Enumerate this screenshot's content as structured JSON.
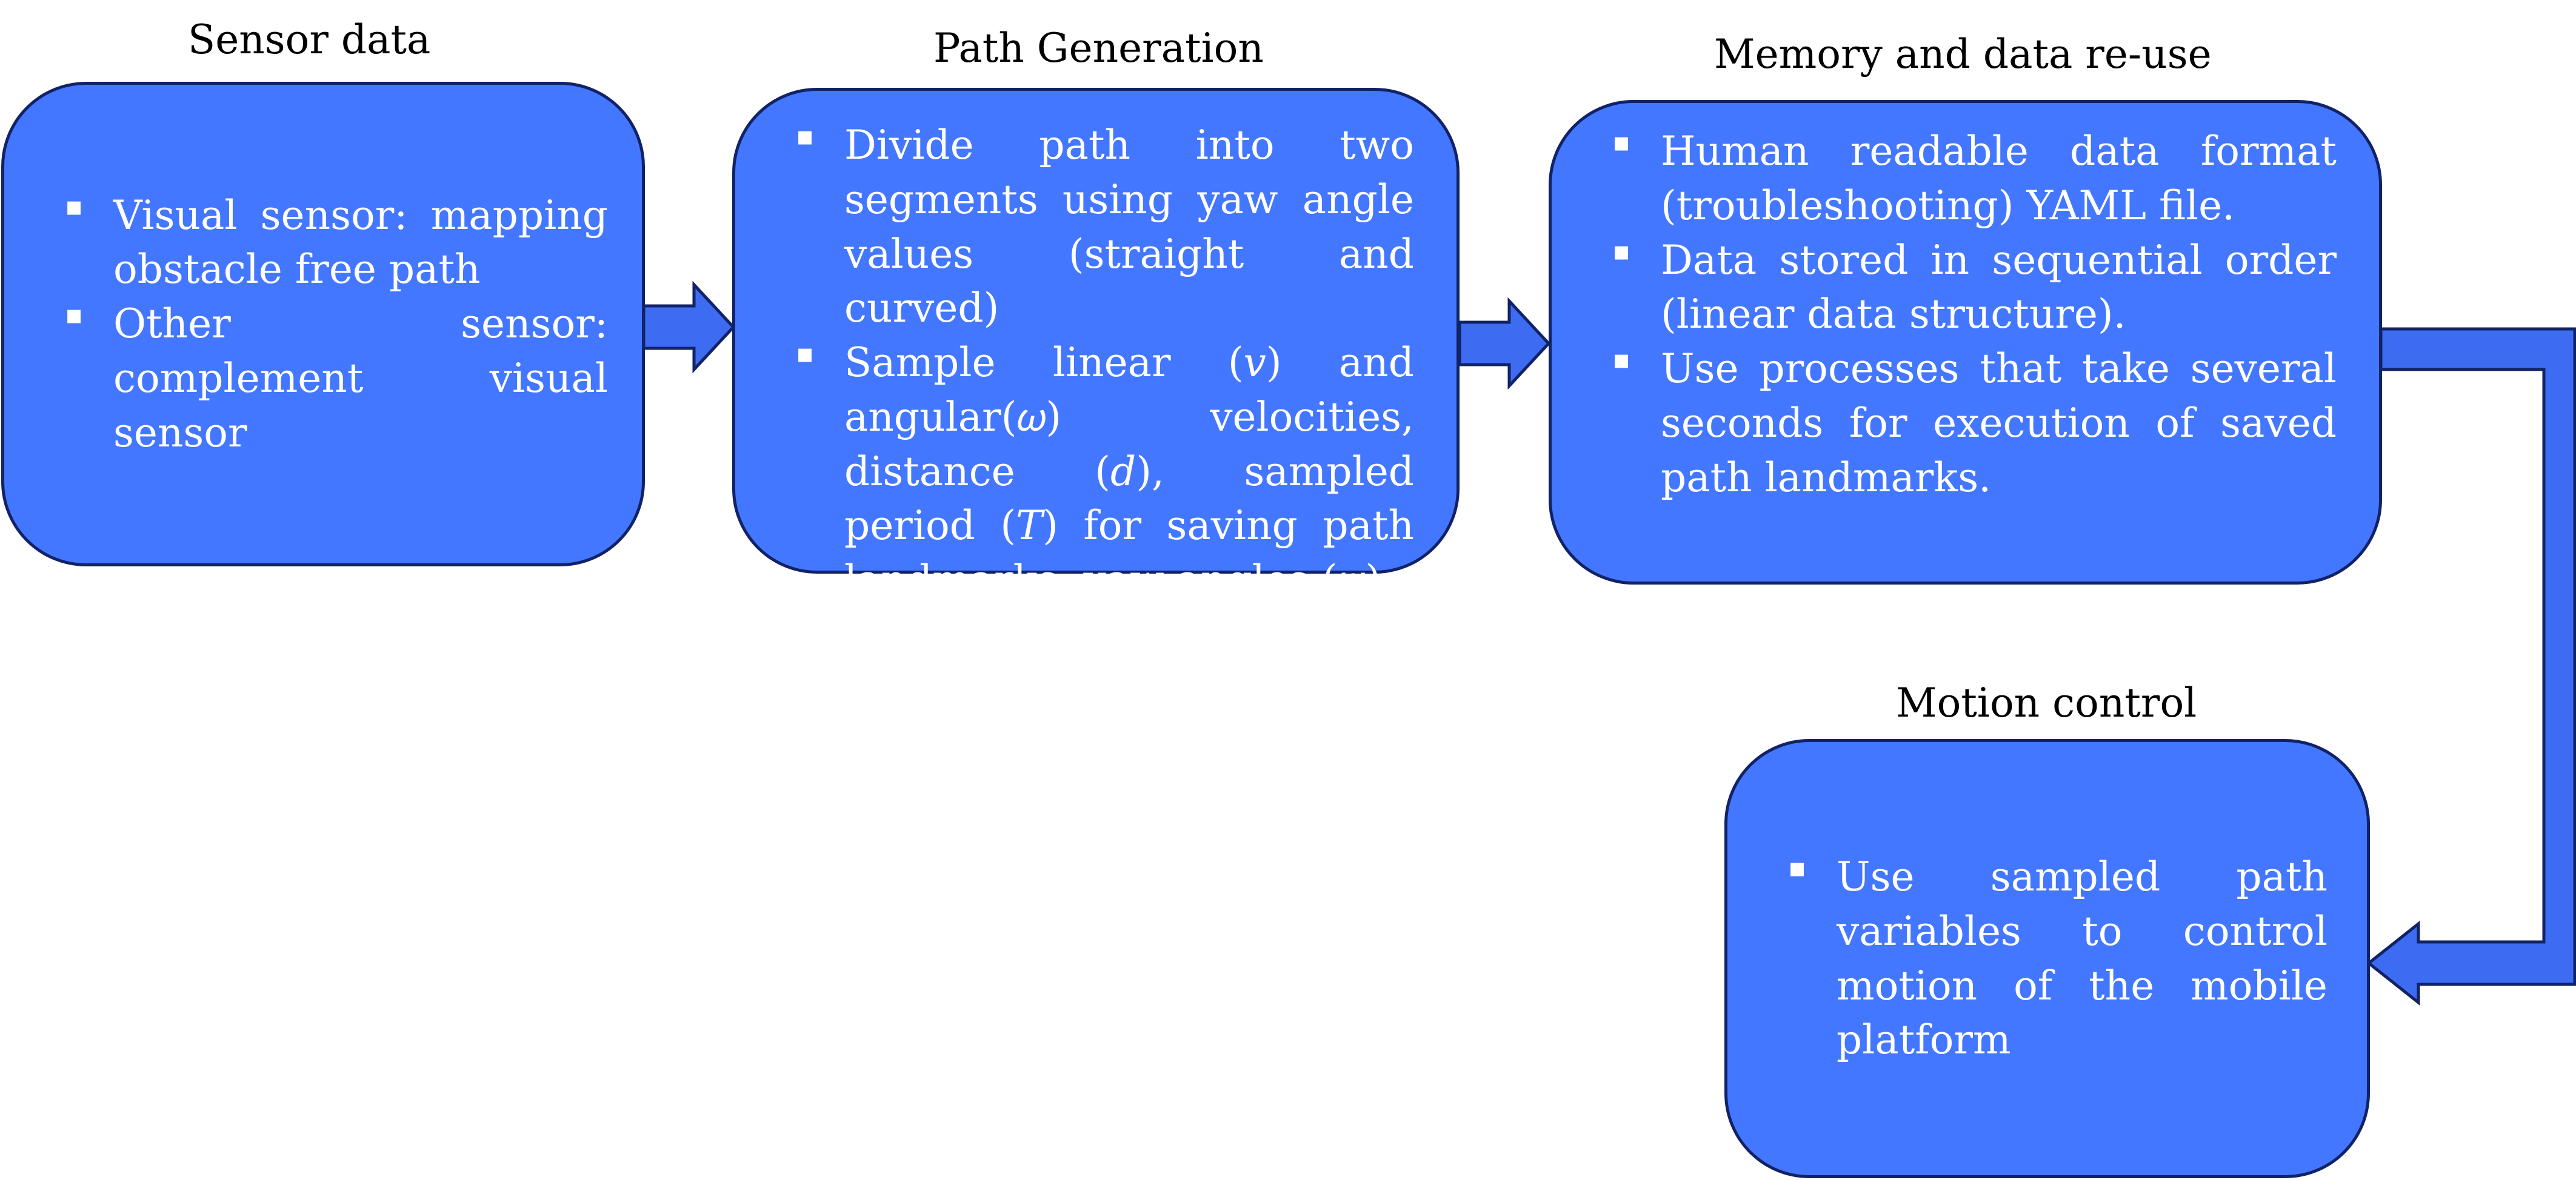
{
  "stages": {
    "sensor": {
      "title": "Sensor data",
      "items": [
        "Visual sensor: mapping obstacle free path",
        "Other sensor: complement visual sensor"
      ]
    },
    "path": {
      "title": "Path Generation",
      "items": [
        "Divide path into two segments using yaw angle values (straight and curved)",
        "Sample linear (𝑣) and angular(𝜔) velocities, distance (𝑑), sampled period (𝑇) for saving path landmarks, yaw angles (𝜓)"
      ]
    },
    "memory": {
      "title": "Memory and data re-use",
      "items": [
        "Human readable data format (troubleshooting) YAML file.",
        "Data stored in sequential order (linear data structure).",
        "Use processes that take several seconds for execution of saved path landmarks."
      ]
    },
    "motion": {
      "title": "Motion control",
      "items": [
        "Use sampled path variables to control motion of the mobile platform"
      ]
    }
  },
  "bullet_symbol": "▪",
  "colors": {
    "box_fill": "#4377ff",
    "box_border": "#112266",
    "arrow_fill": "#3d6cf2",
    "text": "#ffffff",
    "title_text": "#000000"
  }
}
